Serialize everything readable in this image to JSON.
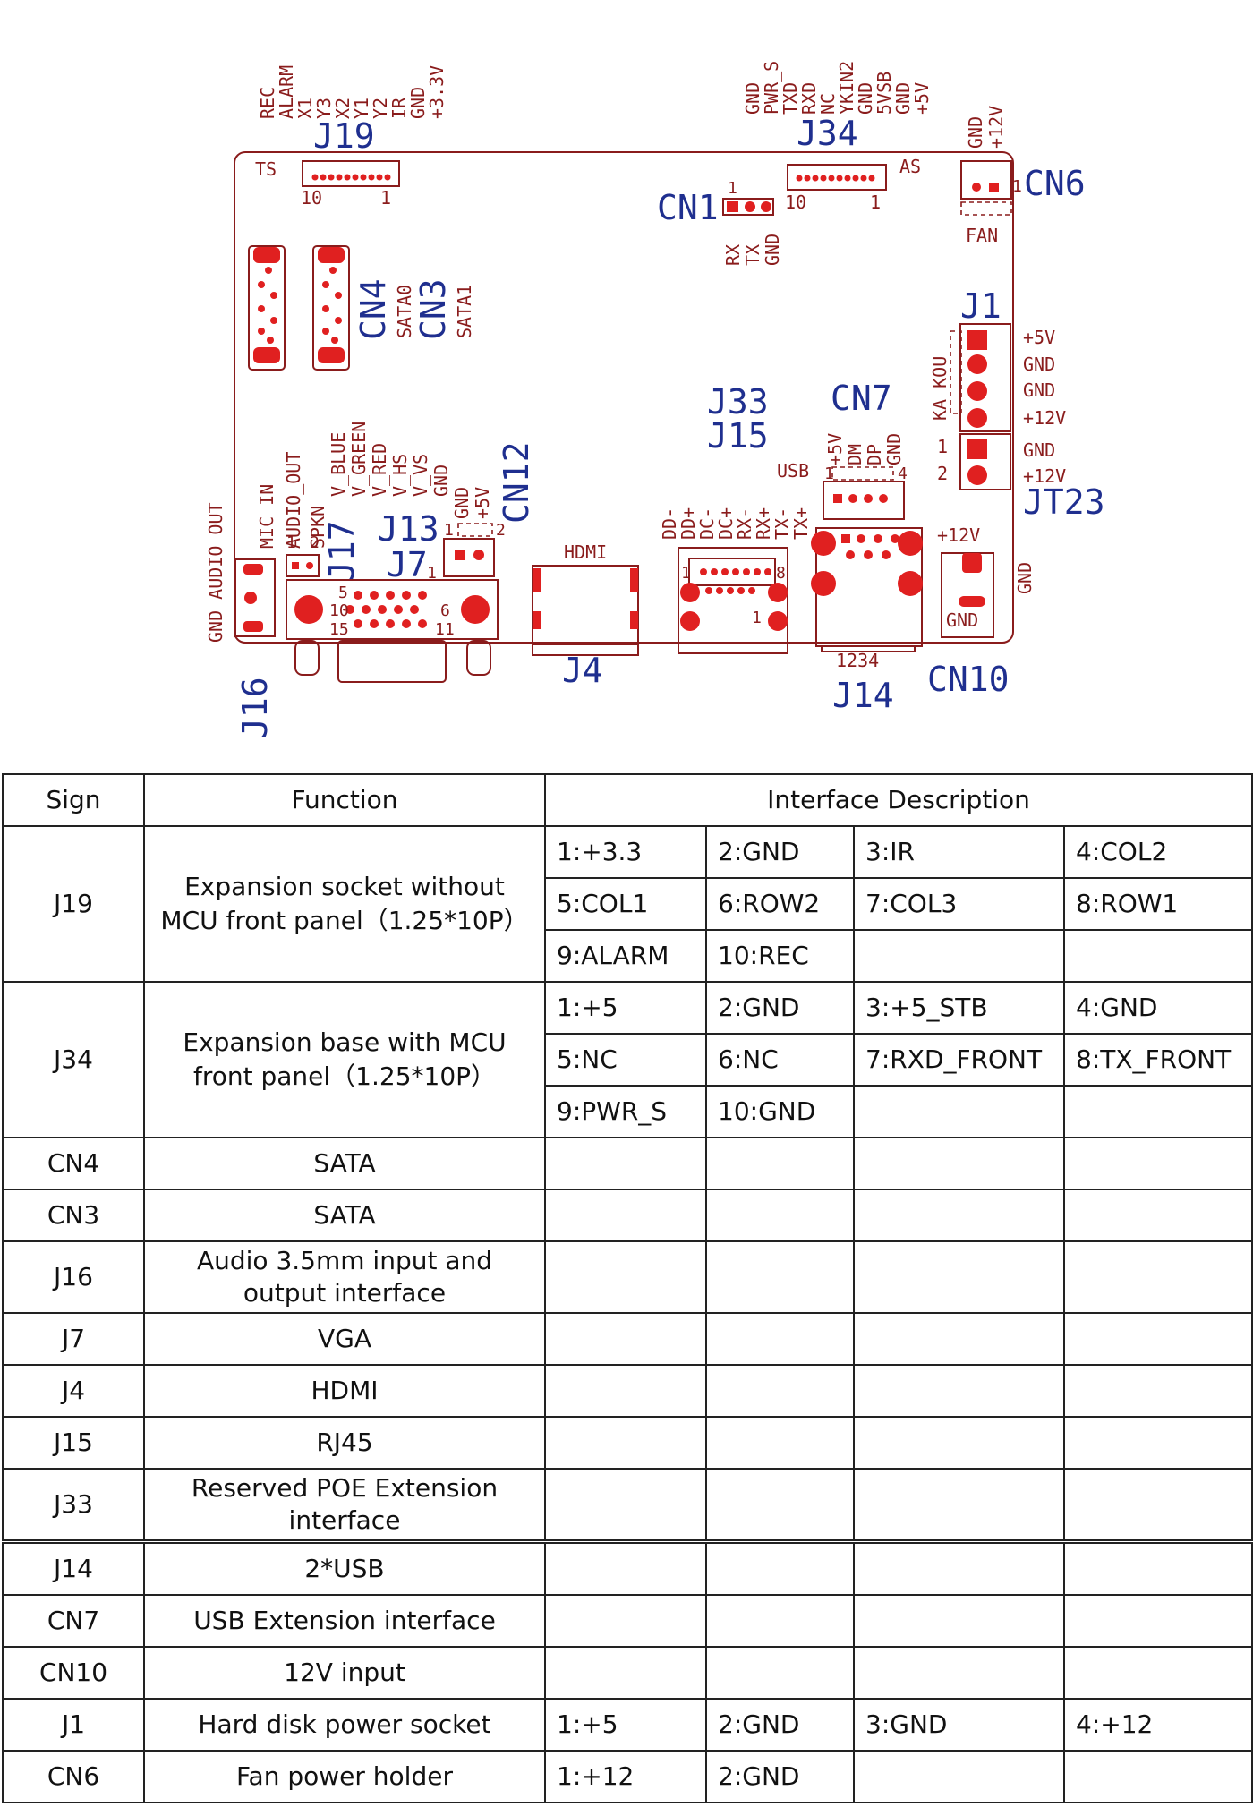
{
  "diagram": {
    "refs": [
      "J19",
      "J34",
      "CN1",
      "CN6",
      "CN4",
      "CN3",
      "J1",
      "J33",
      "J15",
      "CN7",
      "JT23",
      "CN12",
      "J13",
      "J7",
      "J17",
      "J16",
      "J4",
      "J14",
      "CN10"
    ],
    "j19_pins": [
      "REC",
      "ALARM",
      "X1",
      "Y3",
      "X2",
      "Y1",
      "Y2",
      "IR",
      "GND",
      "+3.3V"
    ],
    "j19_marks": [
      "TS",
      "10",
      "1"
    ],
    "j34_pins": [
      "GND",
      "PWR_S",
      "TXD",
      "RXD",
      "NC",
      "YKIN2",
      "GND",
      "5VSB",
      "GND",
      "+5V"
    ],
    "j34_marks": [
      "AS",
      "10",
      "1"
    ],
    "cn1_pins": [
      "RX",
      "TX",
      "GND"
    ],
    "cn1_mark": "1",
    "cn6_pins": [
      "GND",
      "+12V"
    ],
    "cn6_mark": "1",
    "fan": "FAN",
    "sata0": "SATA0",
    "sata1": "SATA1",
    "j1_pins": [
      "+5V",
      "GND",
      "GND",
      "+12V"
    ],
    "ka_kou": "KA_KOU",
    "jt23_pins": [
      "GND",
      "+12V"
    ],
    "jt23_marks": [
      "1",
      "2"
    ],
    "cn7_pins": [
      "+5V",
      "DM",
      "DP",
      "GND"
    ],
    "usb": "USB",
    "cn7_marks": [
      "1",
      "4"
    ],
    "cn12_pins": [
      "GND",
      "+5V"
    ],
    "cn12_marks": [
      "1",
      "2"
    ],
    "j17_pins": [
      "V_BLUE",
      "V_GREEN",
      "V_RED",
      "V_HS",
      "V_VS",
      "GND"
    ],
    "j13_pins": [
      "MIC_IN",
      "AUDIO_OUT",
      "SPKN"
    ],
    "j13_marks": [
      "1",
      "2"
    ],
    "j16_label": "GND AUDIO_OUT",
    "vga_marks": [
      "1",
      "5",
      "10",
      "6",
      "15",
      "11"
    ],
    "hdmi": "HDMI",
    "j15_pins": [
      "DD-",
      "DD+",
      "DC-",
      "DC+",
      "RX-",
      "RX+",
      "TX-",
      "TX+"
    ],
    "j15_marks": [
      "1",
      "8",
      "1"
    ],
    "j14_marks": "1234",
    "cn10_12v": "+12V",
    "cn10_gnd": "GND",
    "cn10_gnd2": "GND"
  },
  "table": {
    "headers": [
      "Sign",
      "Function",
      "Interface Description"
    ],
    "rows": [
      {
        "sign": "J19",
        "function": "Expansion socket without MCU front panel（1.25*10P）",
        "pins": [
          "1:+3.3",
          "2:GND",
          "3:IR",
          "4:COL2",
          "5:COL1",
          "6:ROW2",
          "7:COL3",
          "8:ROW1",
          "9:ALARM",
          "10:REC",
          "",
          ""
        ]
      },
      {
        "sign": "J34",
        "function": "Expansion base with MCU front panel（1.25*10P）",
        "pins": [
          "1:+5",
          "2:GND",
          "3:+5_STB",
          "4:GND",
          "5:NC",
          "6:NC",
          "7:RXD_FRONT",
          "8:TX_FRONT",
          "9:PWR_S",
          "10:GND",
          "",
          ""
        ]
      },
      {
        "sign": "CN4",
        "function": "SATA",
        "pins": [
          "",
          "",
          "",
          ""
        ]
      },
      {
        "sign": "CN3",
        "function": "SATA",
        "pins": [
          "",
          "",
          "",
          ""
        ]
      },
      {
        "sign": "J16",
        "function": "Audio 3.5mm input and output interface",
        "pins": [
          "",
          "",
          "",
          ""
        ]
      },
      {
        "sign": "J7",
        "function": "VGA",
        "pins": [
          "",
          "",
          "",
          ""
        ]
      },
      {
        "sign": "J4",
        "function": "HDMI",
        "pins": [
          "",
          "",
          "",
          ""
        ]
      },
      {
        "sign": "J15",
        "function": "RJ45",
        "pins": [
          "",
          "",
          "",
          ""
        ]
      },
      {
        "sign": "J33",
        "function": "Reserved POE Extension interface",
        "pins": [
          "",
          "",
          "",
          ""
        ]
      },
      {
        "sign": "J14",
        "function": "2*USB",
        "pins": [
          "",
          "",
          "",
          ""
        ]
      },
      {
        "sign": "CN7",
        "function": "USB Extension interface",
        "pins": [
          "",
          "",
          "",
          ""
        ]
      },
      {
        "sign": "CN10",
        "function": "12V input",
        "pins": [
          "",
          "",
          "",
          ""
        ]
      },
      {
        "sign": "J1",
        "function": "Hard disk power socket",
        "pins": [
          "1:+5",
          "2:GND",
          "3:GND",
          "4:+12"
        ]
      },
      {
        "sign": "CN6",
        "function": "Fan power holder",
        "pins": [
          "1:+12",
          "2:GND",
          "",
          ""
        ]
      }
    ]
  }
}
